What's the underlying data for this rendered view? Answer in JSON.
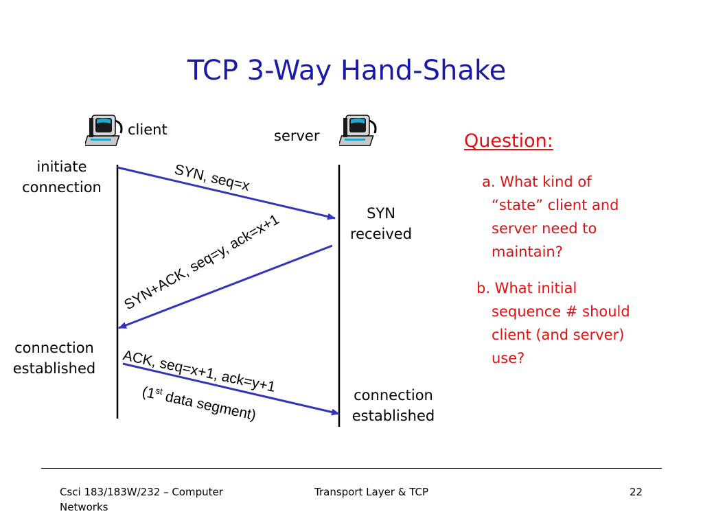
{
  "title": "TCP 3-Way Hand-Shake",
  "hosts": {
    "client": "client",
    "server": "server"
  },
  "events": {
    "client_initiate": [
      "initiate",
      "connection"
    ],
    "server_syn_received": [
      "SYN",
      "received"
    ],
    "client_established": [
      "connection",
      "established"
    ],
    "server_established": [
      "connection",
      "established"
    ]
  },
  "messages": {
    "syn": "SYN, seq=x",
    "synack": "SYN+ACK, seq=y, ack=x+1",
    "ack": "ACK, seq=x+1, ack=y+1",
    "ack_note_prefix": "(1",
    "ack_note_sup": "st",
    "ack_note_suffix": " data segment)"
  },
  "question": {
    "heading": "Question:",
    "a": [
      "a. What kind of",
      "“state” client and",
      "server need to",
      "maintain?"
    ],
    "b": [
      "b. What initial",
      "sequence # should",
      "client (and server)",
      "use?"
    ]
  },
  "footer": {
    "course": [
      "Csci 183/183W/232 – Computer",
      "Networks"
    ],
    "topic": "Transport Layer &  TCP",
    "page": "22"
  },
  "colors": {
    "title": "#1a1aa8",
    "arrow": "#3333bb",
    "question": "#e01010"
  },
  "icons": [
    "computer-icon"
  ]
}
